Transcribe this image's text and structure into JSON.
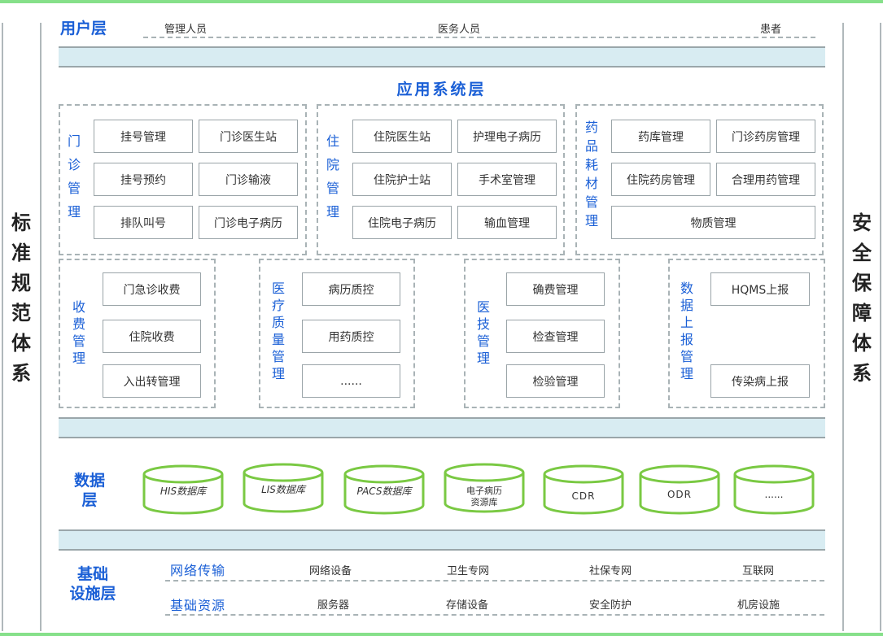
{
  "left_side": [
    "标",
    "准",
    "规",
    "范",
    "体",
    "系"
  ],
  "right_side": [
    "安",
    "全",
    "保",
    "障",
    "体",
    "系"
  ],
  "user_layer": {
    "title": "用户层",
    "items": [
      "管理人员",
      "医务人员",
      "患者"
    ]
  },
  "app_layer": {
    "title": "应用系统层",
    "outpatient": {
      "label": [
        "门",
        "诊",
        "管",
        "理"
      ],
      "items": [
        "挂号管理",
        "门诊医生站",
        "挂号预约",
        "门诊输液",
        "排队叫号",
        "门诊电子病历"
      ]
    },
    "inpatient": {
      "label": [
        "住",
        "院",
        "管",
        "理"
      ],
      "items": [
        "住院医生站",
        "护理电子病历",
        "住院护士站",
        "手术室管理",
        "住院电子病历",
        "输血管理"
      ]
    },
    "drug": {
      "label": [
        "药",
        "品",
        "耗",
        "材",
        "管",
        "理"
      ],
      "items": [
        "药库管理",
        "门诊药房管理",
        "住院药房管理",
        "合理用药管理",
        "物质管理"
      ]
    },
    "charge": {
      "label": [
        "收",
        "费",
        "管",
        "理"
      ],
      "items": [
        "门急诊收费",
        "住院收费",
        "入出转管理"
      ]
    },
    "quality": {
      "label": [
        "医",
        "疗",
        "质",
        "量",
        "管",
        "理"
      ],
      "items": [
        "病历质控",
        "用药质控",
        "......"
      ]
    },
    "medtech": {
      "label": [
        "医",
        "技",
        "管",
        "理"
      ],
      "items": [
        "确费管理",
        "检查管理",
        "检验管理"
      ]
    },
    "report": {
      "label": [
        "数",
        "据",
        "上",
        "报",
        "管",
        "理"
      ],
      "items": [
        "HQMS上报",
        "传染病上报"
      ]
    }
  },
  "data_layer": {
    "title_line1": "数据",
    "title_line2": "层",
    "databases": [
      "HIS数据库",
      "LIS数据库",
      "PACS数据库",
      "电子病历",
      "资源库",
      "CDR",
      "ODR",
      "......"
    ]
  },
  "infra_layer": {
    "title_line1": "基础",
    "title_line2": "设施层",
    "network": {
      "label": "网络传输",
      "items": [
        "网络设备",
        "卫生专网",
        "社保专网",
        "互联网"
      ]
    },
    "resources": {
      "label": "基础资源",
      "items": [
        "服务器",
        "存储设备",
        "安全防护",
        "机房设施"
      ]
    }
  },
  "colors": {
    "accent_blue": "#1a5fd6",
    "db_green": "#7ac943",
    "band_fill": "#d8ecf2",
    "frame_green": "#86e08a"
  }
}
